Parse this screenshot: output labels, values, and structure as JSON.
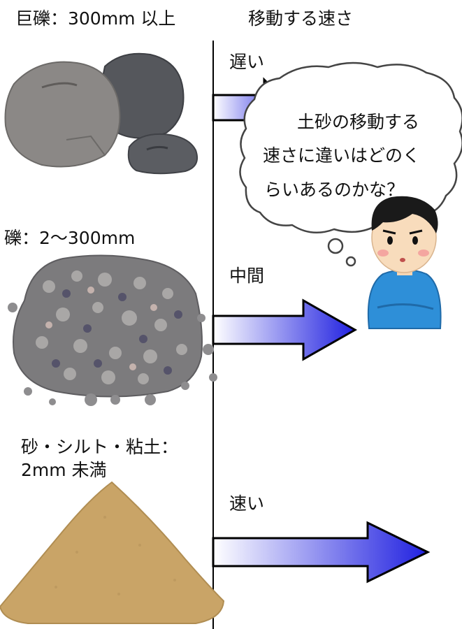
{
  "header": {
    "left_label": "巨礫：300mm 以上",
    "right_label": "移動する速さ"
  },
  "categories": [
    {
      "name": "巨礫",
      "size_label": "巨礫：300mm 以上",
      "speed_label": "遅い",
      "arrow_icon": "arrow-right-icon",
      "image_icon": "boulders-icon"
    },
    {
      "name": "礫",
      "size_label": "礫：2〜300mm",
      "speed_label": "中間",
      "arrow_icon": "arrow-right-icon",
      "image_icon": "gravel-pile-icon"
    },
    {
      "name": "砂・シルト・粘土",
      "size_label_line1": "砂・シルト・粘土：",
      "size_label_line2": "2mm 未満",
      "speed_label": "速い",
      "arrow_icon": "arrow-right-icon",
      "image_icon": "sand-pile-icon"
    }
  ],
  "thought_bubble": {
    "lines": [
      "土砂の移動する",
      "速さに違いはどのく",
      "らいあるのかな？"
    ],
    "icon": "thought-bubble-icon"
  },
  "person_icon": "thinking-person-icon",
  "colors": {
    "arrow_start": "#ffffff",
    "arrow_end": "#2020e0",
    "divider": "#000000",
    "sand": "#c9a467",
    "rock_dark": "#5a5a5e",
    "rock_light": "#8a8785"
  }
}
